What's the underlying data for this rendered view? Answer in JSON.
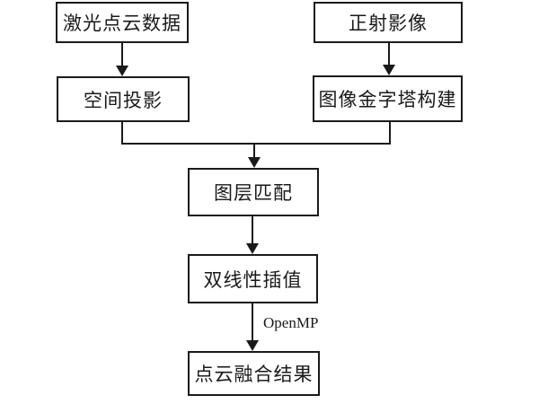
{
  "diagram": {
    "type": "flowchart",
    "background_color": "#ffffff",
    "line_color": "#1a1a1a",
    "box_fill": "#ffffff",
    "box_border_color": "#1a1a1a",
    "nodes": [
      {
        "id": "laser-point-cloud",
        "label": "激光点云数据"
      },
      {
        "id": "orthophoto",
        "label": "正射影像"
      },
      {
        "id": "spatial-projection",
        "label": "空间投影"
      },
      {
        "id": "image-pyramid",
        "label": "图像金字塔构建"
      },
      {
        "id": "layer-matching",
        "label": "图层匹配"
      },
      {
        "id": "bilinear-interpolation",
        "label": "双线性插值"
      },
      {
        "id": "fusion-result",
        "label": "点云融合结果"
      }
    ],
    "edges": [
      {
        "from": "激光点云数据",
        "to": "空间投影"
      },
      {
        "from": "正射影像",
        "to": "图像金字塔构建"
      },
      {
        "from": "空间投影",
        "to": "图层匹配"
      },
      {
        "from": "图像金字塔构建",
        "to": "图层匹配"
      },
      {
        "from": "图层匹配",
        "to": "双线性插值"
      },
      {
        "from": "双线性插值",
        "to": "点云融合结果",
        "label": "OpenMP"
      }
    ],
    "edge_labels": {
      "openmp": "OpenMP"
    }
  }
}
